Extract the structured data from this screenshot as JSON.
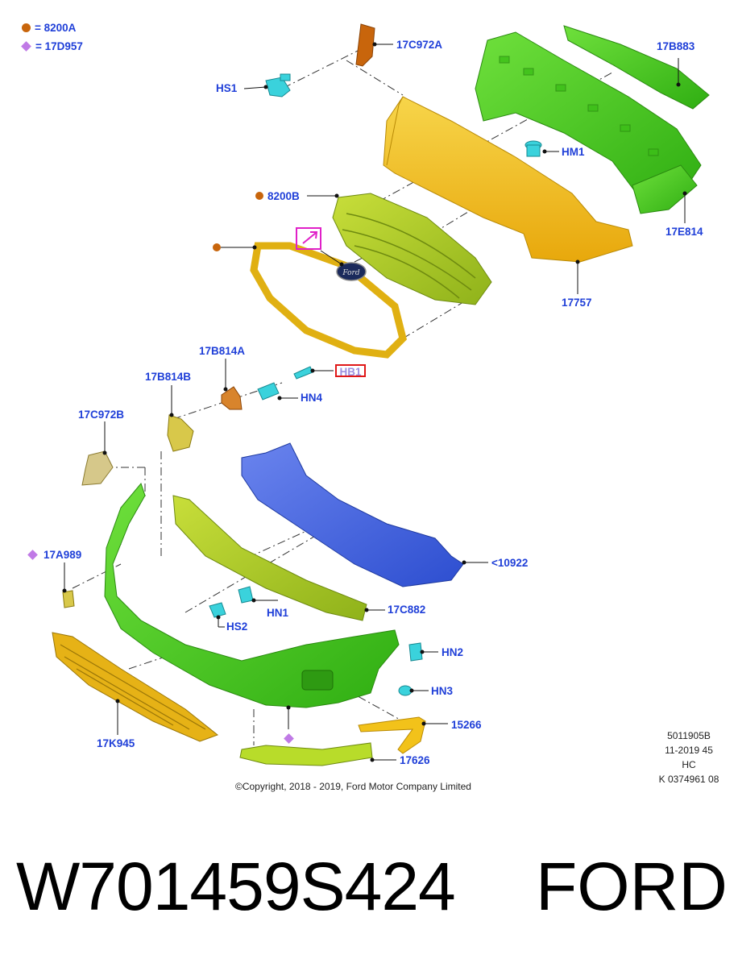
{
  "legend": [
    {
      "symbol": "dot",
      "label": "= 8200A"
    },
    {
      "symbol": "diamond",
      "label": "= 17D957"
    }
  ],
  "labels": {
    "l_17c972a_top": "17C972A",
    "l_17b883": "17B883",
    "l_hs1": "HS1",
    "l_hm1": "HM1",
    "l_8200b": "8200B",
    "l_17e814": "17E814",
    "l_17757": "17757",
    "l_17b814a": "17B814A",
    "l_17b814b": "17B814B",
    "l_hb1": "HB1",
    "l_hn4": "HN4",
    "l_17c972b": "17C972B",
    "l_17a989": "17A989",
    "l_10922": "<10922",
    "l_hn1": "HN1",
    "l_hs2": "HS2",
    "l_17c882": "17C882",
    "l_hn2": "HN2",
    "l_hn3": "HN3",
    "l_17k945": "17K945",
    "l_15266": "15266",
    "l_17626": "17626"
  },
  "emblem_text": "Ford",
  "copyright": "©Copyright, 2018 - 2019, Ford Motor Company Limited",
  "reference": [
    "5011905B",
    "11-2019 45",
    "HC",
    "K 0374961 08"
  ],
  "part_number": "W701459S424",
  "brand": "FORD",
  "colors": {
    "label_blue": "#1f3fd8",
    "orange_part": "#c8650c",
    "lilac_diamond": "#c07ae6",
    "green_part": "#4fcf22",
    "yellow_part": "#f2c21a",
    "olive_part": "#a8c81a",
    "blue_part": "#3b5fe0",
    "cyan_fastener": "#3ad2dc",
    "callout_red": "#e01818",
    "callout_magenta": "#e020c8"
  }
}
